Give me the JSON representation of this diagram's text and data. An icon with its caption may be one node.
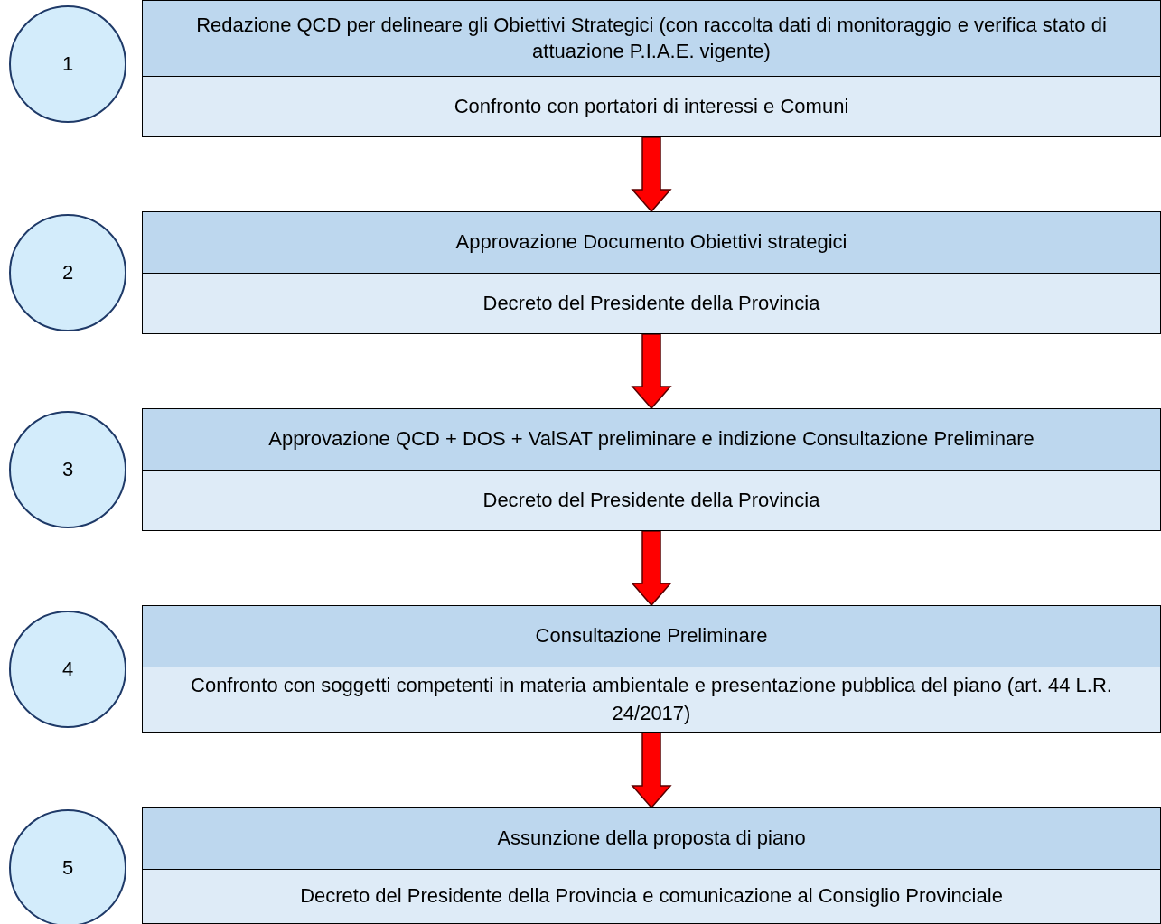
{
  "diagram": {
    "nodes": [
      {
        "text": [
          "1"
        ]
      },
      {
        "text": [
          "Redazione QCD per delineare gli Obiettivi Strategici (con raccolta dati di monitoraggio e verifica stato di attuazione P.I.A.E. vigente)",
          "Confronto con portatori di interessi e Comuni"
        ]
      },
      {
        "text": [
          "2"
        ]
      },
      {
        "text": [
          "Approvazione Documento Obiettivi strategici",
          "Decreto del Presidente della Provincia"
        ]
      },
      {
        "text": [
          "3"
        ]
      },
      {
        "text": [
          "Approvazione QCD + DOS + ValSAT preliminare e indizione Consultazione Preliminare",
          "Decreto del Presidente della Provincia"
        ]
      },
      {
        "text": [
          "4"
        ]
      },
      {
        "text": [
          "Consultazione Preliminare",
          "Confronto con soggetti competenti in materia ambientale e presentazione pubblica del piano (art. 44 L.R. 24/2017)"
        ]
      },
      {
        "text": [
          "5"
        ]
      },
      {
        "text": [
          "Assunzione della proposta di piano",
          "Decreto del Presidente della Provincia e comunicazione al Consiglio Provinciale"
        ]
      }
    ],
    "edges": [
      {
        "from": 1,
        "to": 3,
        "arrow": "to",
        "style": "thick",
        "color": "#ff0000"
      },
      {
        "from": 3,
        "to": 5,
        "arrow": "to",
        "style": "thick",
        "color": "#ff0000"
      },
      {
        "from": 5,
        "to": 7,
        "arrow": "to",
        "style": "thick",
        "color": "#ff0000"
      },
      {
        "from": 7,
        "to": 9,
        "arrow": "to",
        "style": "thick",
        "color": "#ff0000"
      }
    ]
  }
}
